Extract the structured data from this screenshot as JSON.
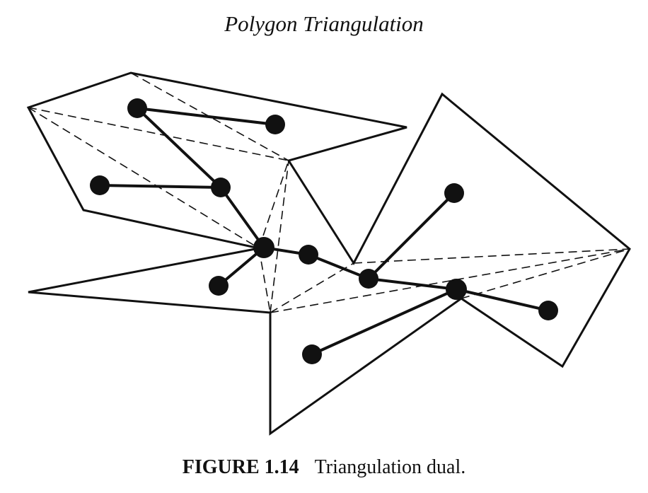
{
  "header": {
    "title": "Polygon Triangulation"
  },
  "caption": {
    "label": "FIGURE 1.14",
    "text": "Triangulation dual."
  },
  "colors": {
    "ink": "#111111",
    "background": "#ffffff"
  }
}
